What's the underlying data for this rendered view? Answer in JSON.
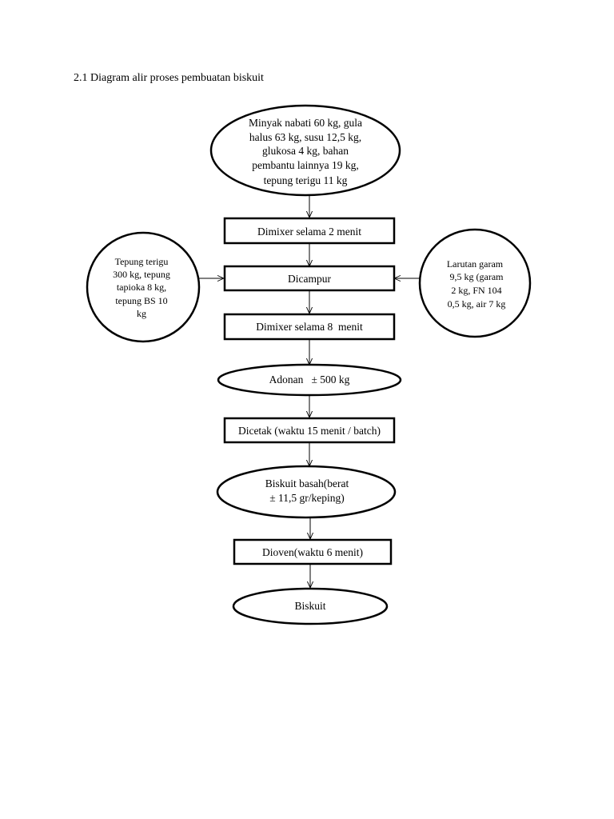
{
  "page": {
    "title": "2.1 Diagram alir proses pembuatan biskuit"
  },
  "nodes": {
    "input_oil": {
      "shape": "ellipse",
      "lines": [
        "Minyak nabati 60 kg, gula",
        "halus 63 kg, susu 12,5 kg,",
        "glukosa 4 kg, bahan",
        "pembantu lainnya 19 kg,"
      ]
    },
    "mix_2": {
      "shape": "rect",
      "lines": [
        "Dimixer selama 2 menit"
      ]
    },
    "input_flour": {
      "shape": "circle",
      "lines": [
        "Tepung terigu",
        "300 kg, tepung",
        "tapioka 8 kg,",
        "tepung BS 10",
        "kg"
      ]
    },
    "combine": {
      "shape": "rect",
      "lines": [
        "Dicampur"
      ]
    },
    "input_salt": {
      "shape": "circle",
      "lines": [
        "Larutan garam",
        "9,5 kg (garam",
        "2 kg, FN 104",
        "0,5 kg, air 7 kg"
      ]
    },
    "mix_8": {
      "shape": "rect",
      "lines": [
        "Dimixer selama 8  menit"
      ]
    },
    "dough": {
      "shape": "ellipse",
      "lines": [
        "Adonan   ± 500 kg"
      ]
    },
    "mold": {
      "shape": "rect",
      "lines": [
        "Dicetak (waktu 15 menit / batch)"
      ]
    },
    "wet_biscuit": {
      "shape": "ellipse",
      "lines": [
        "Biskuit basah(berat",
        "± 11,5 gr/keping)"
      ]
    },
    "bake": {
      "shape": "rect",
      "lines": [
        "Dioven(waktu 6 menit)"
      ]
    },
    "biscuit": {
      "shape": "ellipse",
      "lines": [
        "Biskuit"
      ]
    }
  },
  "edges": [
    {
      "from": "input_oil",
      "to": "mix_2"
    },
    {
      "from": "mix_2",
      "to": "combine"
    },
    {
      "from": "input_flour",
      "to": "combine"
    },
    {
      "from": "input_salt",
      "to": "combine"
    },
    {
      "from": "combine",
      "to": "mix_8"
    },
    {
      "from": "mix_8",
      "to": "dough"
    },
    {
      "from": "dough",
      "to": "mold"
    },
    {
      "from": "mold",
      "to": "wet_biscuit"
    },
    {
      "from": "wet_biscuit",
      "to": "bake"
    },
    {
      "from": "bake",
      "to": "biscuit"
    }
  ]
}
